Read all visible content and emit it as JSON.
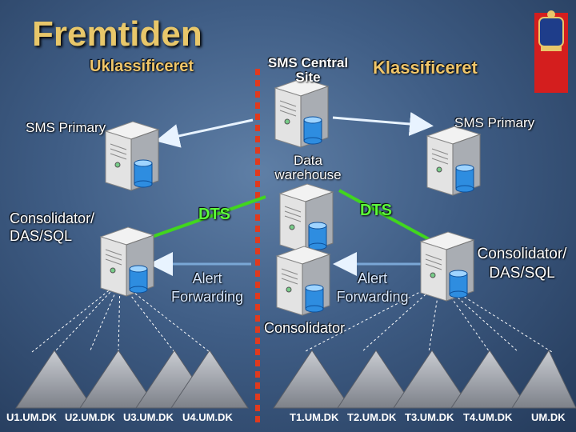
{
  "title": "Fremtiden",
  "left_zone_label": "Uklassificeret",
  "right_zone_label": "Klassificeret",
  "central_site_label": "SMS Central Site",
  "sms_primary_left": "SMS Primary",
  "sms_primary_right": "SMS Primary",
  "data_warehouse_label": "Data warehouse",
  "consolidator_left_label": "Consolidator/ DAS/SQL",
  "consolidator_right_label": "Consolidator/ DAS/SQL",
  "dts_left": "DTS",
  "dts_right": "DTS",
  "alert_left": "Alert Forwarding",
  "alert_right": "Alert Forwarding",
  "consolidator_label": "Consolidator",
  "left_domains": [
    "U1.UM.DK",
    "U2.UM.DK",
    "U3.UM.DK",
    "U4.UM.DK"
  ],
  "right_domains": [
    "T1.UM.DK",
    "T2.UM.DK",
    "T3.UM.DK",
    "T4.UM.DK",
    "UM.DK"
  ],
  "colors": {
    "title": "#e8c76a",
    "dts": "#5cff3a",
    "divider": "#e03a1e",
    "flag_red": "#d41e1e"
  },
  "icons": {
    "server": "server-with-database-icon",
    "flag": "danish-coat-of-arms-flag-icon"
  }
}
